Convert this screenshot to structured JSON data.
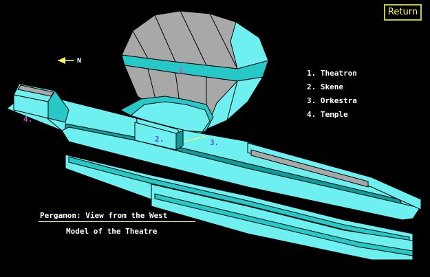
{
  "toolbar": {
    "return_label": "Return"
  },
  "compass": {
    "label": "N"
  },
  "model_labels": {
    "theatron": "1.",
    "skene": "2.",
    "orkestra": "3.",
    "temple": "4."
  },
  "legend": {
    "items": [
      "1. Theatron",
      "2. Skene",
      "3. Orkestra",
      "4. Temple"
    ]
  },
  "caption": {
    "title": "Pergamon:  View from the West",
    "subtitle": "Model of the Theatre"
  },
  "colors": {
    "background": "#000000",
    "cyan_light": "#6ef0f0",
    "cyan_mid": "#27c8c8",
    "cyan_dark": "#129a9a",
    "gray": "#a8a8a8",
    "magenta_label": "#d050d0",
    "blue_label": "#5050ff",
    "return_border": "#c8c832"
  }
}
